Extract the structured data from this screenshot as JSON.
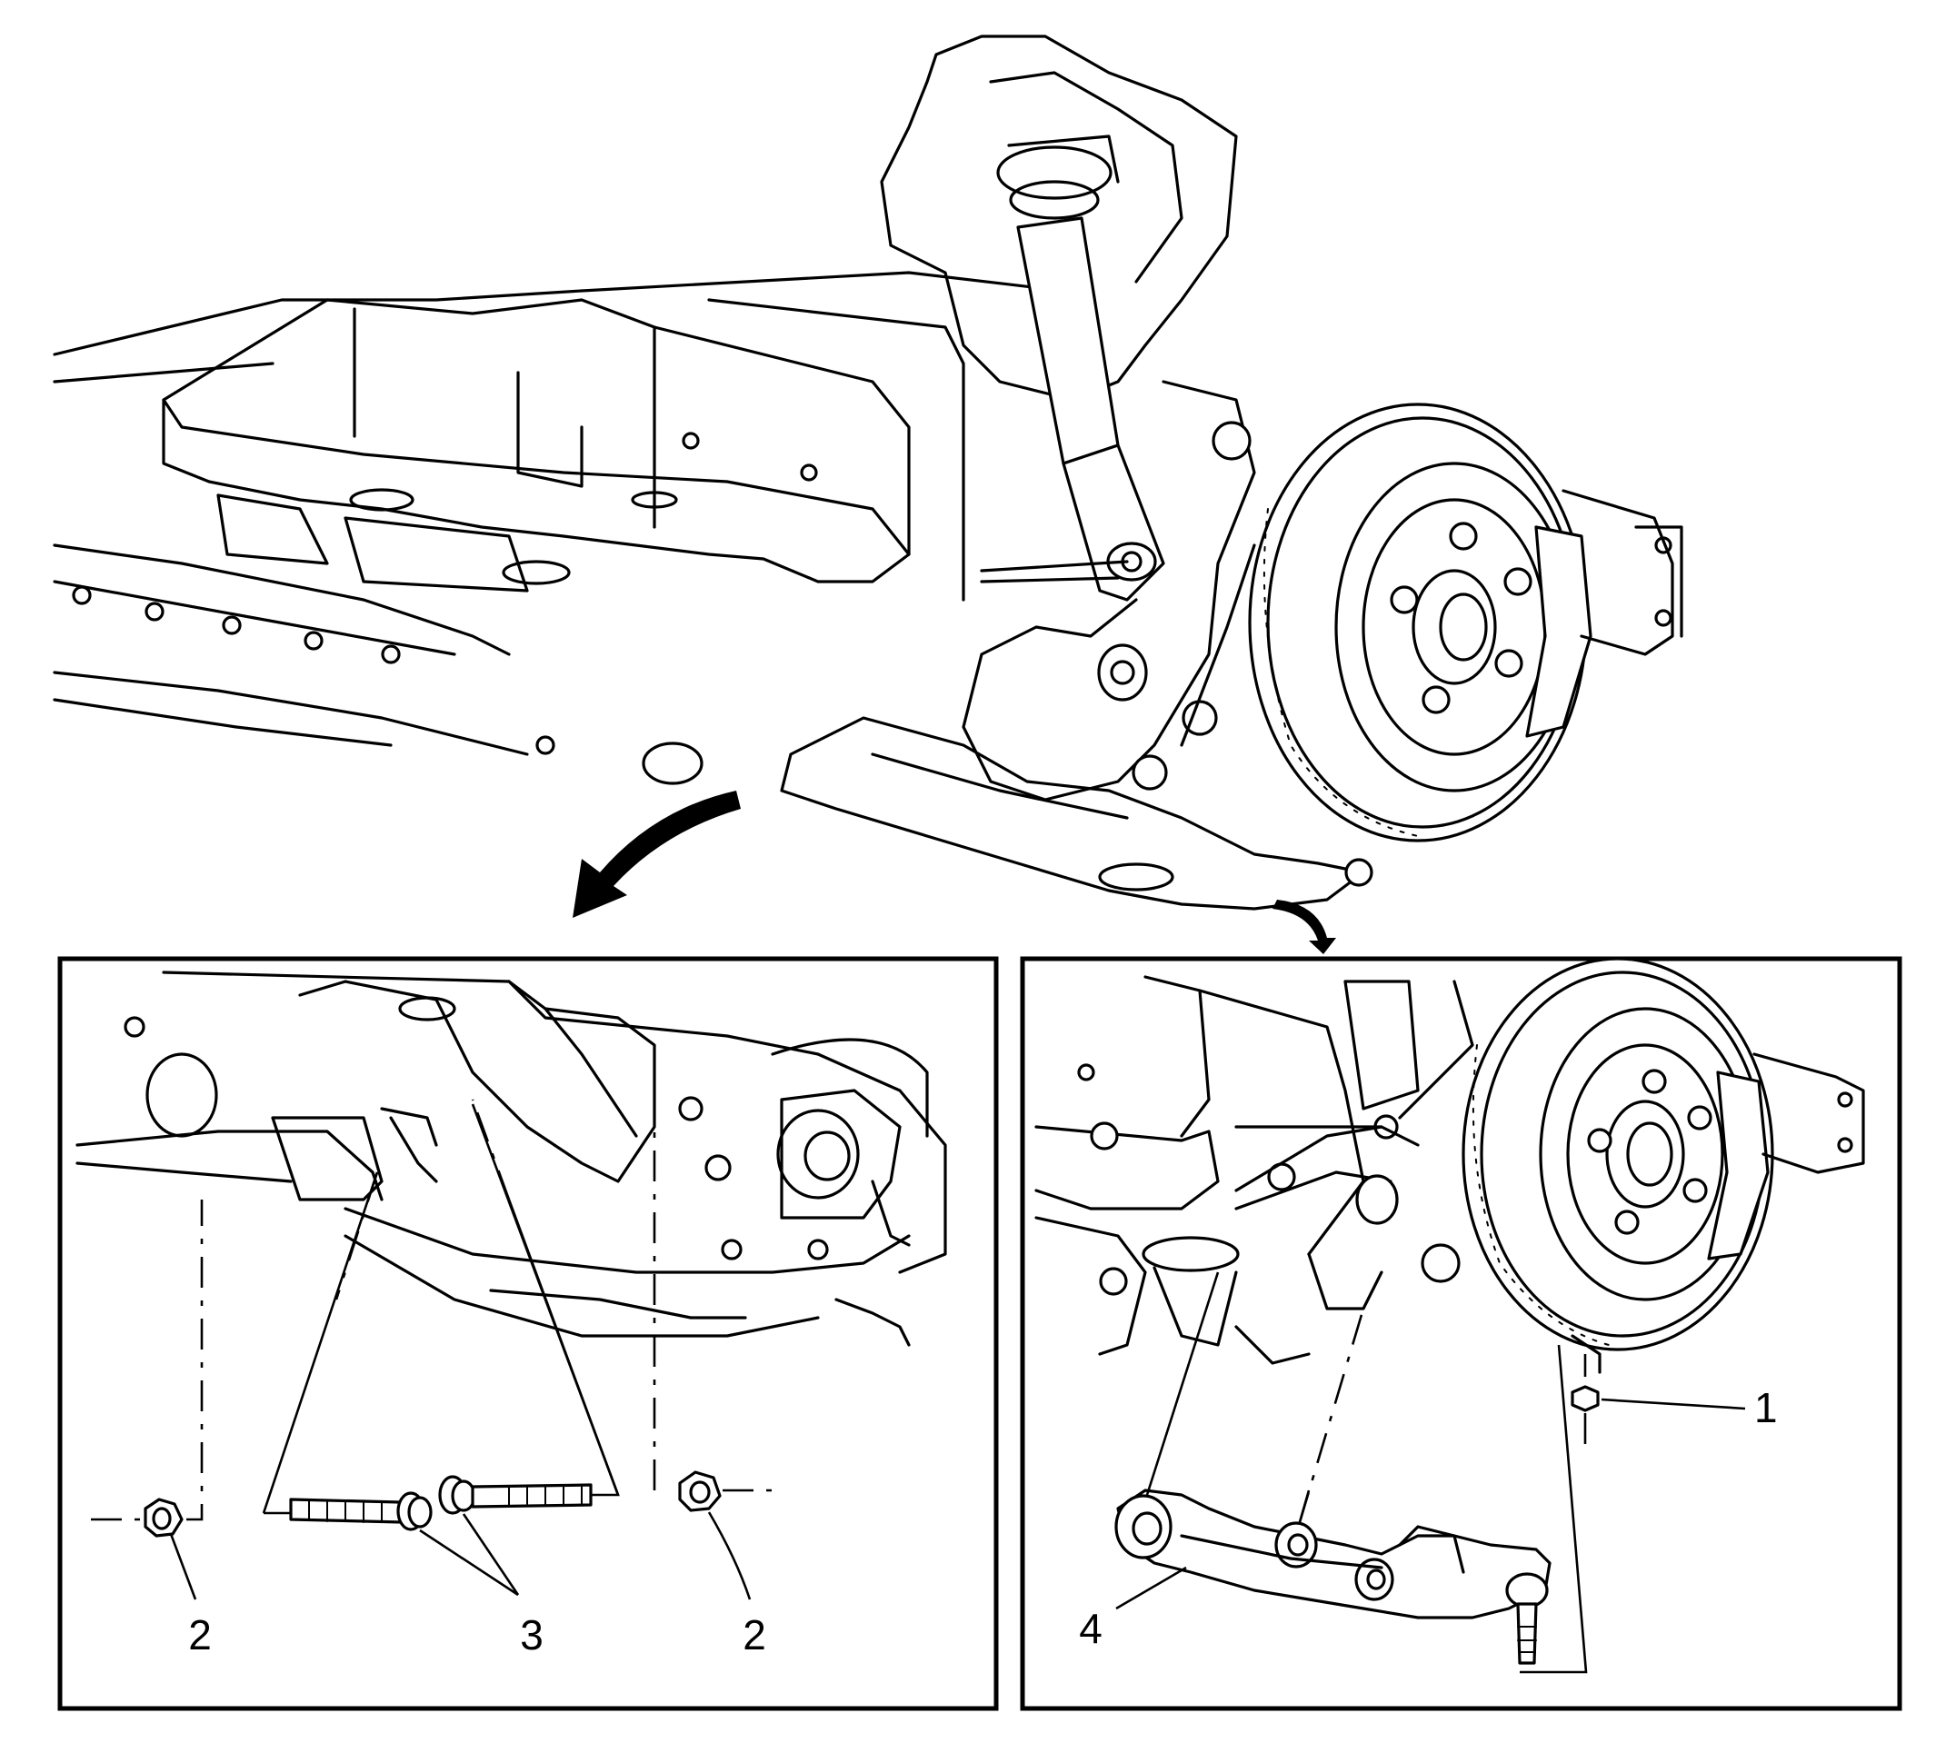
{
  "callouts": {
    "nut_left": "2",
    "bolts": "3",
    "nut_right": "2",
    "ball_joint_nut": "1",
    "lower_control_arm": "4"
  }
}
